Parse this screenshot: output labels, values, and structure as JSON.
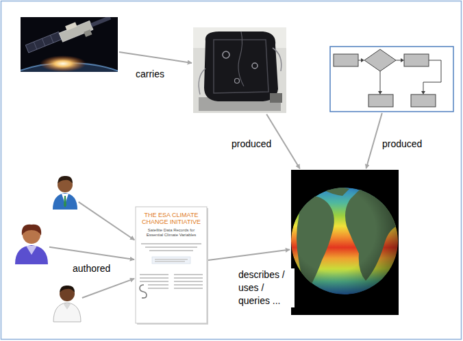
{
  "diagram": {
    "nodes": [
      {
        "text": []
      },
      {
        "text": []
      },
      {
        "text": []
      },
      {
        "text": []
      },
      {
        "text": []
      },
      {
        "text": []
      },
      {
        "text": [
          "THE ESA CLIMATE CHANGE INITIATIVE",
          "Satellite Data Records for Essential Climate Variables"
        ]
      },
      {
        "text": []
      }
    ],
    "edges": [
      {
        "from": 0,
        "to": 1,
        "label": "carries",
        "arrow": "to"
      },
      {
        "from": 1,
        "to": 3,
        "label": "produced",
        "arrow": "to"
      },
      {
        "from": 2,
        "to": 3,
        "label": "produced",
        "arrow": "to"
      },
      {
        "from": 4,
        "to": 6,
        "arrow": "to"
      },
      {
        "from": 5,
        "to": 6,
        "label": "authored",
        "arrow": "to"
      },
      {
        "from": 7,
        "to": 6,
        "arrow": "to"
      },
      {
        "from": 6,
        "to": 3,
        "label": "describes / uses / queries ...",
        "arrow": "to"
      }
    ]
  }
}
